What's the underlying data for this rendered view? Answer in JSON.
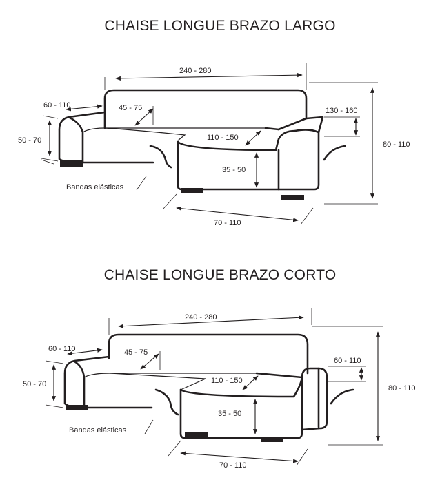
{
  "diagrams": [
    {
      "title": "CHAISE LONGUE BRAZO LARGO",
      "labels": {
        "width": "240 - 280",
        "arm_depth": "60 - 110",
        "backrest": "45 - 75",
        "arm_height": "50 - 70",
        "chaise_arm": "130 - 160",
        "seat": "110 - 150",
        "seat_height": "35 - 50",
        "total_height": "80 - 110",
        "chaise_width": "70 - 110",
        "bands": "Bandas elásticas"
      }
    },
    {
      "title": "CHAISE LONGUE BRAZO CORTO",
      "labels": {
        "width": "240 - 280",
        "arm_depth": "60 - 110",
        "backrest": "45 - 75",
        "arm_height": "50 - 70",
        "chaise_arm": "60 - 110",
        "seat": "110 - 150",
        "seat_height": "35 - 50",
        "total_height": "80 - 110",
        "chaise_width": "70 - 110",
        "bands": "Bandas elásticas"
      }
    }
  ]
}
